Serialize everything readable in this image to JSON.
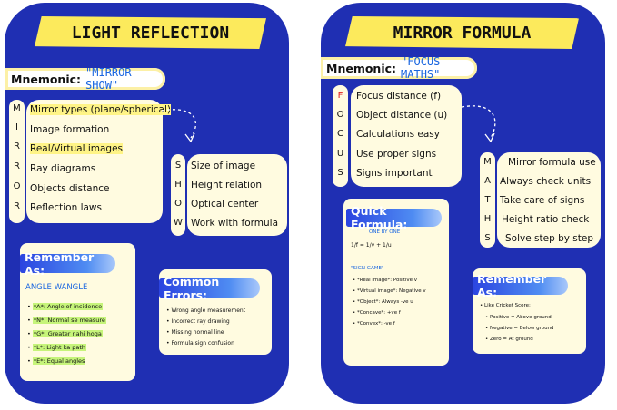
{
  "left": {
    "title": "LIGHT REFLECTION",
    "mnemonic_label": "Mnemonic:",
    "mnemonic_value": "\"MIRROR SHOW\"",
    "letters1": [
      "M",
      "I",
      "R",
      "R",
      "O",
      "R"
    ],
    "items1": [
      "Mirror types (plane/spherical)",
      "Image formation",
      "Real/Virtual images",
      "Ray diagrams",
      "Objects distance",
      "Reflection laws"
    ],
    "letters2": [
      "S",
      "H",
      "O",
      "W"
    ],
    "items2": [
      "Size of image",
      "Height relation",
      "Optical center",
      "Work with formula"
    ],
    "remember": {
      "title": "Remember As:",
      "subtitle": "ANGLE WANGLE",
      "items": [
        "*A*: Angle of incidence",
        "*N*: Normal se measure",
        "*G*: Greater nahi hoga",
        "*L*: Light ka path",
        "*E*: Equal angles"
      ]
    },
    "errors": {
      "title": "Common Errors:",
      "items": [
        "Wrong angle measurement",
        "Incorrect ray drawing",
        "Missing normal line",
        "Formula sign confusion"
      ]
    }
  },
  "right": {
    "title": "MIRROR FORMULA",
    "mnemonic_label": "Mnemonic:",
    "mnemonic_value": "\"FOCUS MATHS\"",
    "letters1": [
      "F",
      "O",
      "C",
      "U",
      "S"
    ],
    "items1": [
      "Focus distance (f)",
      "Object distance (u)",
      "Calculations easy",
      "Use proper signs",
      "Signs important"
    ],
    "letters2": [
      "M",
      "A",
      "T",
      "H",
      "S"
    ],
    "items2": [
      "Mirror formula use",
      "Always check units",
      "Take care of signs",
      "Height ratio check",
      "Solve step by step"
    ],
    "quick": {
      "title": "Quick Formula:",
      "one_by_one": "ONE BY ONE",
      "formula": "1/f = 1/v + 1/u",
      "sign_game": "\"SIGN GAME\"",
      "items": [
        "*Real image*: Positive v",
        "*Virtual image*: Negative v",
        "*Object*: Always -ve u",
        "*Concave*: +ve f",
        "*Convex*: -ve f"
      ]
    },
    "remember": {
      "title": "Remember As:",
      "intro": "Like Cricket Score:",
      "items": [
        "Positive = Above ground",
        "Negative = Below ground",
        "Zero = At ground"
      ]
    }
  },
  "colors": {
    "panel": "#1f2fb3",
    "banner": "#fcea5c",
    "card": "#fffbe0",
    "accent": "#1a66e0",
    "highlight": "#c6f47a"
  }
}
